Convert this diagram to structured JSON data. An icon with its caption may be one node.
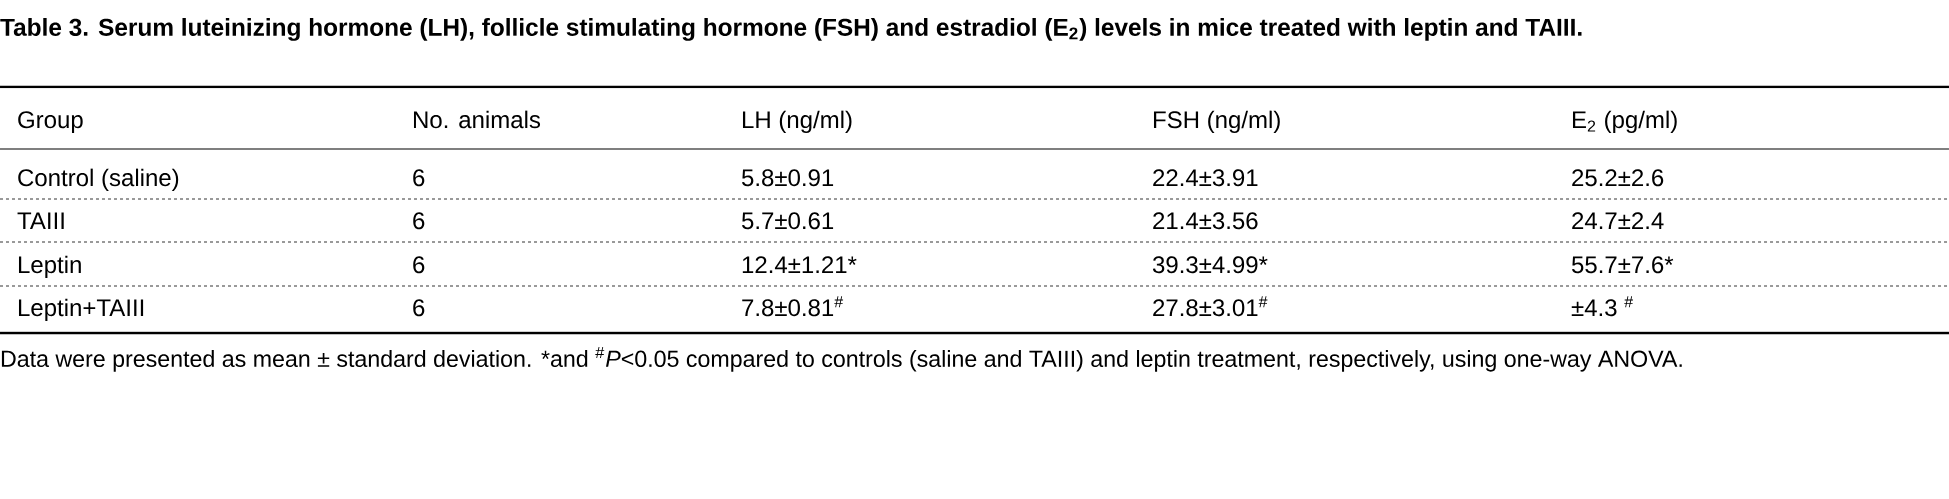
{
  "diagram": {
    "title": "Table 3. Serum luteinizing hormone (LH), follicle stimulating hormone (FSH) and estradiol (E$_{2}$) levels in mice treated with leptin and TAIII.",
    "labels": [
      "Group",
      "No. animals",
      "LH (ng/ml)",
      "FSH (ng/ml)",
      "E$_{2}$ (pg/ml)",
      "Control (saline)",
      "6",
      "5.8±0.91",
      "22.4±3.91",
      "25.2±2.6",
      "TAIII",
      "6",
      "5.7±0.61",
      "21.4±3.56",
      "24.7±2.4",
      "Leptin",
      "6",
      "12.4±1.21*",
      "39.3±4.99*",
      "55.7±7.6*",
      "Leptin+TAIII",
      "6",
      "7.8±0.81$^{#}$",
      "27.8±3.01$^{#}$",
      "±4.3 $^{#}$"
    ],
    "caption": "Data were presented as mean ± standard deviation. *and $^{#}$*P*<0.05 compared to controls (saline and TAIII) and leptin treatment, respectively, using one-way ANOVA."
  }
}
